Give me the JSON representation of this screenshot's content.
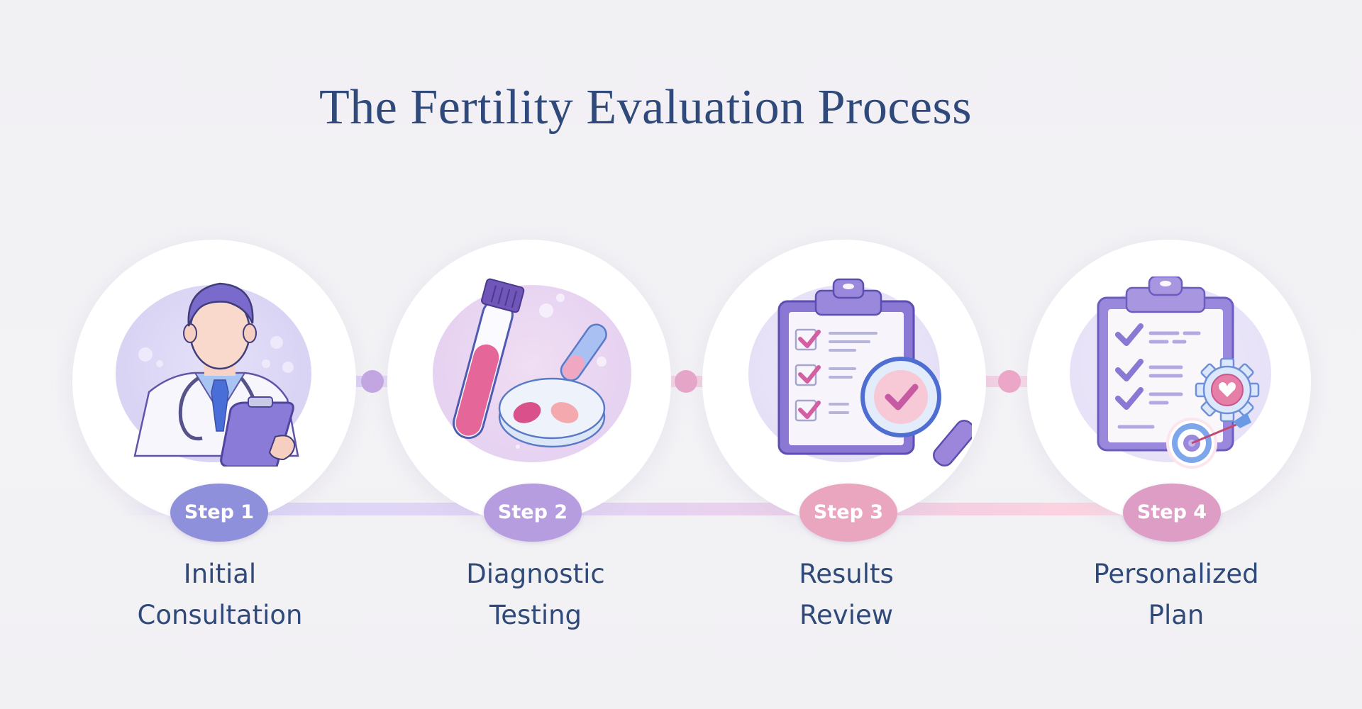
{
  "title": "The Fertility Evaluation Process",
  "colors": {
    "title": "#2f4a7a",
    "step1": "#8f90dc",
    "step2": "#b59ddf",
    "step3": "#eaa6be",
    "step4": "#dd9dc4",
    "dot1": "#c3a6e3",
    "dot2": "#e7a6c8",
    "dot3": "#eda7c8",
    "background": "#f2f1f4"
  },
  "steps": [
    {
      "badge": "Step 1",
      "label_line1": "Initial",
      "label_line2": "Consultation",
      "icon": "doctor-with-clipboard-icon"
    },
    {
      "badge": "Step 2",
      "label_line1": "Diagnostic",
      "label_line2": "Testing",
      "icon": "test-tube-petri-dish-icon"
    },
    {
      "badge": "Step 3",
      "label_line1": "Results",
      "label_line2": "Review",
      "icon": "clipboard-magnifier-check-icon"
    },
    {
      "badge": "Step 4",
      "label_line1": "Personalized",
      "label_line2": "Plan",
      "icon": "clipboard-gear-heart-target-icon"
    }
  ]
}
